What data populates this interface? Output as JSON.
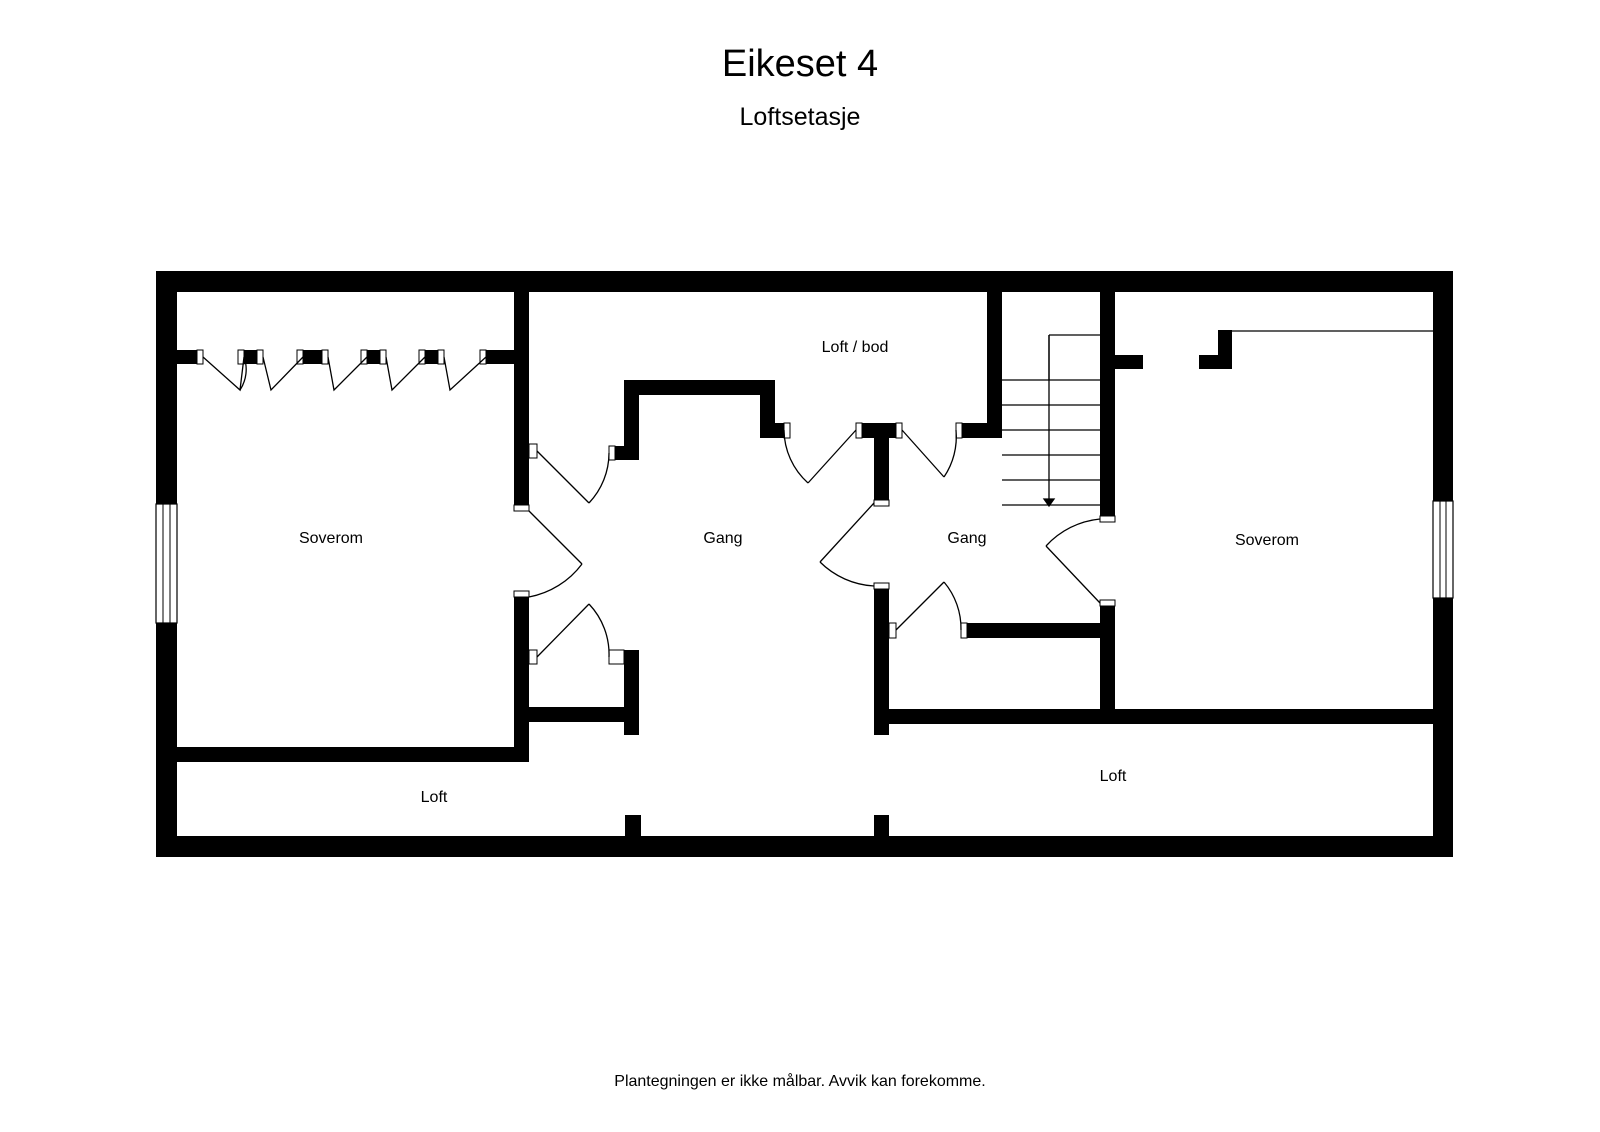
{
  "header": {
    "title": "Eikeset 4",
    "subtitle": "Loftsetasje"
  },
  "rooms": {
    "soverom_left": "Soverom",
    "loft_bod": "Loft / bod",
    "gang_center": "Gang",
    "gang_right": "Gang",
    "soverom_right": "Soverom",
    "loft_left": "Loft",
    "loft_right": "Loft"
  },
  "footer": {
    "disclaimer": "Plantegningen er ikke målbar. Avvik kan forekomme."
  },
  "colors": {
    "wall": "#000000",
    "background": "#ffffff"
  }
}
